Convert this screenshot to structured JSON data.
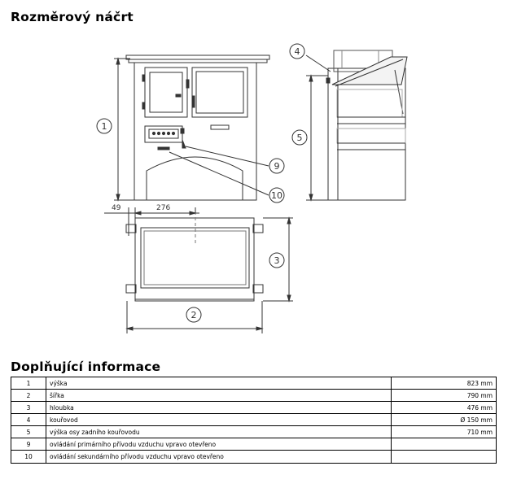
{
  "header": {
    "title": "Rozměrový náčrt"
  },
  "drawing": {
    "dim_49": "49",
    "dim_276": "276",
    "callouts": [
      "1",
      "2",
      "3",
      "4",
      "5",
      "9",
      "10"
    ]
  },
  "info": {
    "title": "Doplňující informace",
    "rows": [
      {
        "num": "1",
        "label": "výška",
        "value": "823 mm"
      },
      {
        "num": "2",
        "label": "šířka",
        "value": "790 mm"
      },
      {
        "num": "3",
        "label": "hloubka",
        "value": "476 mm"
      },
      {
        "num": "4",
        "label": "kouřovod",
        "value": "Ø 150 mm"
      },
      {
        "num": "5",
        "label": "výška osy zadního kouřovodu",
        "value": "710 mm"
      },
      {
        "num": "9",
        "label": "ovládání primárního přívodu vzduchu   vpravo otevřeno",
        "value": ""
      },
      {
        "num": "10",
        "label": "ovládání sekundárního přívodu vzduchu   vpravo otevřeno",
        "value": ""
      }
    ]
  }
}
